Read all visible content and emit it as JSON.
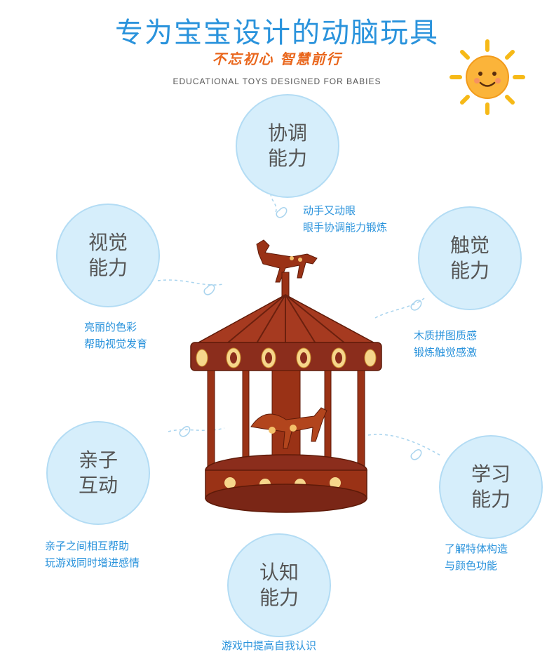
{
  "header": {
    "title": "专为宝宝设计的动脑玩具",
    "slogan": "不忘初心 智慧前行",
    "subtitle": "EDUCATIONAL TOYS DESIGNED FOR BABIES"
  },
  "abilities": [
    {
      "id": "coordination",
      "line1": "协调",
      "line2": "能力",
      "desc1": "动手又动眼",
      "desc2": "眼手协调能力锻炼"
    },
    {
      "id": "visual",
      "line1": "视觉",
      "line2": "能力",
      "desc1": "亮丽的色彩",
      "desc2": "帮助视觉发育"
    },
    {
      "id": "tactile",
      "line1": "触觉",
      "line2": "能力",
      "desc1": "木质拼图质感",
      "desc2": "锻炼触觉感激"
    },
    {
      "id": "parent-child",
      "line1": "亲子",
      "line2": "互动",
      "desc1": "亲子之间相互帮助",
      "desc2": "玩游戏同时增进感情"
    },
    {
      "id": "learning",
      "line1": "学习",
      "line2": "能力",
      "desc1": "了解特体构造",
      "desc2": "与颜色功能"
    },
    {
      "id": "cognitive",
      "line1": "认知",
      "line2": "能力",
      "desc1": "游戏中提高自我认识"
    }
  ],
  "colors": {
    "accent": "#2a93dc",
    "slogan": "#e9661c",
    "circle_fill": "#d6eefb",
    "wood": "#8b2d1c"
  }
}
